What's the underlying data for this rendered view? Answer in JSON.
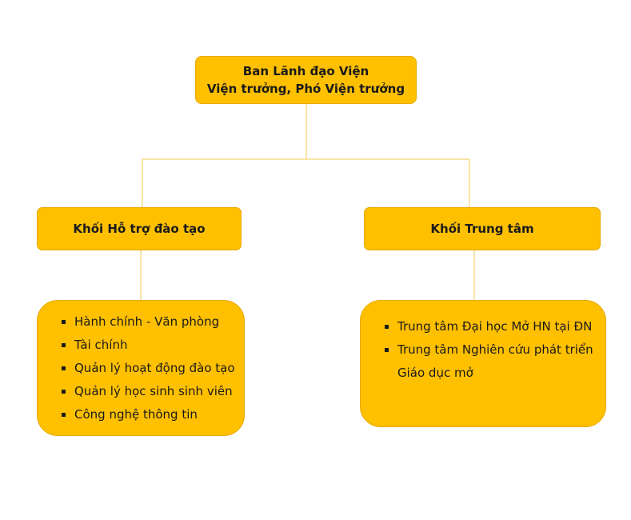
{
  "root": {
    "line1": "Ban Lãnh đạo Viện",
    "line2": "Viện trưởng, Phó Viện trưởng"
  },
  "left_branch": {
    "title": "Khối Hỗ trợ đào tạo",
    "items": [
      "Hành chính - Văn phòng",
      "Tài chính",
      "Quản lý hoạt động đào tạo",
      "Quản lý học sinh sinh viên",
      "Công nghệ thông tin"
    ]
  },
  "right_branch": {
    "title": "Khối Trung tâm",
    "items": [
      "Trung tâm Đại học Mở HN tại ĐN",
      "Trung tâm Nghiên cứu phát triển Giáo dục mở"
    ]
  },
  "colors": {
    "box_fill": "#FFC000",
    "box_border": "#E8A800",
    "connector": "#F2C94C"
  }
}
